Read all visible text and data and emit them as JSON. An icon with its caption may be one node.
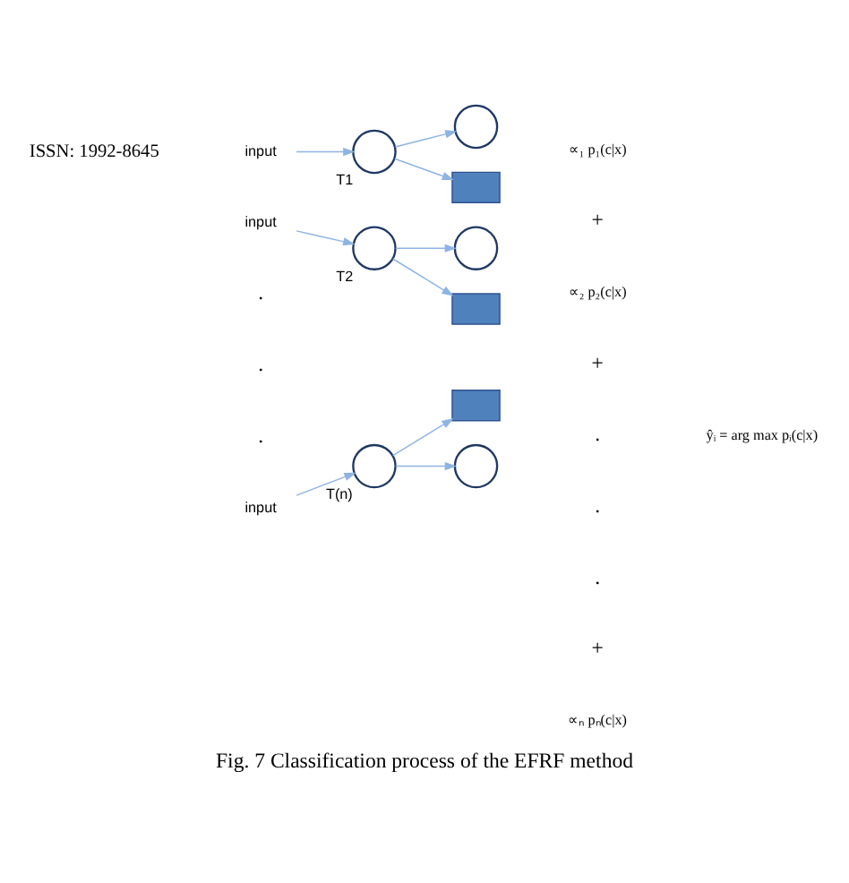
{
  "diagram": {
    "caption": "Fig. 7 Classification process of the EFRF method",
    "nodes": [
      {
        "text": [
          "input"
        ]
      },
      {
        "text": [],
        "shape": "circle",
        "beside": [
          "T1"
        ]
      },
      {
        "text": [],
        "shape": "circle"
      },
      {
        "text": [],
        "shape": "box"
      },
      {
        "text": [
          "input"
        ]
      },
      {
        "text": [],
        "shape": "circle",
        "beside": [
          "T2"
        ]
      },
      {
        "text": [],
        "shape": "circle"
      },
      {
        "text": [],
        "shape": "box"
      },
      {
        "text": [
          "input"
        ]
      },
      {
        "text": [],
        "shape": "circle",
        "beside": [
          "T(n)"
        ]
      },
      {
        "text": [],
        "shape": "box"
      },
      {
        "text": [],
        "shape": "circle"
      }
    ],
    "edges": [
      {
        "from": 0,
        "to": 1,
        "arrow": "to"
      },
      {
        "from": 1,
        "to": 2,
        "arrow": "to"
      },
      {
        "from": 1,
        "to": 3,
        "arrow": "to"
      },
      {
        "from": 4,
        "to": 5,
        "arrow": "to"
      },
      {
        "from": 5,
        "to": 6,
        "arrow": "to"
      },
      {
        "from": 5,
        "to": 7,
        "arrow": "to"
      },
      {
        "from": 8,
        "to": 9,
        "arrow": "to"
      },
      {
        "from": 9,
        "to": 10,
        "arrow": "to"
      },
      {
        "from": 9,
        "to": 11,
        "arrow": "to"
      }
    ],
    "labels": [
      "ISSN: 1992-8645",
      "∝₁ p₁(c|x)",
      "+",
      "∝₂ p₂(c|x)",
      "ŷᵢ = arg max pᵢ(c|x)",
      "+",
      ".",
      ".",
      ".",
      "+",
      ".",
      ".",
      ".",
      "∝ₙ pₙ(c|x)"
    ]
  }
}
